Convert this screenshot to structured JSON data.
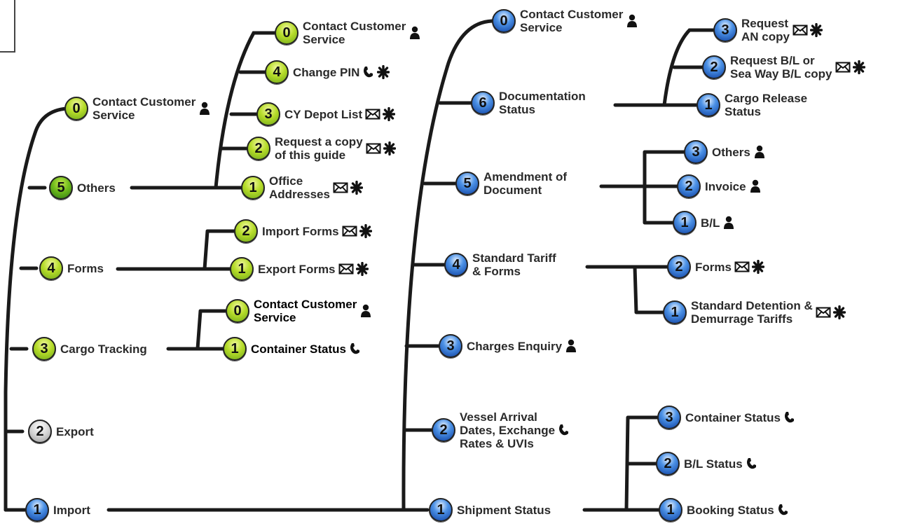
{
  "root": {
    "items": [
      {
        "num": "1",
        "color": "blue",
        "label": [
          "Import"
        ]
      },
      {
        "num": "2",
        "color": "grey",
        "label": [
          "Export"
        ]
      },
      {
        "num": "3",
        "color": "green",
        "label": [
          "Cargo Tracking"
        ]
      },
      {
        "num": "4",
        "color": "green",
        "label": [
          "Forms"
        ]
      },
      {
        "num": "5",
        "color": "darkgreen",
        "label": [
          "Others"
        ]
      },
      {
        "num": "0",
        "color": "green",
        "label": [
          "Contact Customer",
          "Service"
        ],
        "icons": [
          "person-icon"
        ]
      }
    ]
  },
  "others": [
    {
      "num": "1",
      "label": [
        "Office",
        "Addresses"
      ],
      "icons": [
        "mail-icon",
        "fax-icon"
      ]
    },
    {
      "num": "2",
      "label": [
        "Request a copy",
        "of this guide"
      ],
      "icons": [
        "mail-icon",
        "fax-icon"
      ]
    },
    {
      "num": "3",
      "label": [
        "CY Depot List"
      ],
      "icons": [
        "mail-icon",
        "fax-icon"
      ]
    },
    {
      "num": "4",
      "label": [
        "Change PIN"
      ],
      "icons": [
        "phone-icon",
        "fax-icon"
      ]
    },
    {
      "num": "0",
      "label": [
        "Contact Customer",
        "Service"
      ],
      "icons": [
        "person-icon"
      ]
    }
  ],
  "forms": [
    {
      "num": "1",
      "label": [
        "Export Forms"
      ],
      "icons": [
        "mail-icon",
        "fax-icon"
      ]
    },
    {
      "num": "2",
      "label": [
        "Import Forms"
      ],
      "icons": [
        "mail-icon",
        "fax-icon"
      ]
    }
  ],
  "cargo_tracking": [
    {
      "num": "1",
      "label": [
        "Container Status"
      ],
      "icons": [
        "phone-icon"
      ]
    },
    {
      "num": "0",
      "label": [
        "Contact Customer",
        "Service"
      ],
      "icons": [
        "person-icon"
      ]
    }
  ],
  "import_menu": [
    {
      "num": "1",
      "label": [
        "Shipment Status"
      ]
    },
    {
      "num": "2",
      "label": [
        "Vessel Arrival",
        "Dates, Exchange",
        "Rates & UVIs"
      ],
      "icons": [
        "phone-icon"
      ]
    },
    {
      "num": "3",
      "label": [
        "Charges Enquiry"
      ],
      "icons": [
        "person-icon"
      ]
    },
    {
      "num": "4",
      "label": [
        "Standard Tariff",
        "& Forms"
      ]
    },
    {
      "num": "5",
      "label": [
        "Amendment of",
        "Document"
      ]
    },
    {
      "num": "6",
      "label": [
        "Documentation",
        "Status"
      ]
    },
    {
      "num": "0",
      "label": [
        "Contact Customer",
        "Service"
      ],
      "icons": [
        "person-icon"
      ]
    }
  ],
  "shipment_status": [
    {
      "num": "1",
      "label": [
        "Booking Status"
      ],
      "icons": [
        "phone-icon"
      ]
    },
    {
      "num": "2",
      "label": [
        "B/L Status"
      ],
      "icons": [
        "phone-icon"
      ]
    },
    {
      "num": "3",
      "label": [
        "Container Status"
      ],
      "icons": [
        "phone-icon"
      ]
    }
  ],
  "tariff_forms": [
    {
      "num": "1",
      "label": [
        "Standard Detention &",
        "Demurrage Tariffs"
      ],
      "icons": [
        "mail-icon",
        "fax-icon"
      ]
    },
    {
      "num": "2",
      "label": [
        "Forms"
      ],
      "icons": [
        "mail-icon",
        "fax-icon"
      ]
    }
  ],
  "amendment": [
    {
      "num": "1",
      "label": [
        "B/L"
      ],
      "icons": [
        "person-icon"
      ]
    },
    {
      "num": "2",
      "label": [
        "Invoice"
      ],
      "icons": [
        "person-icon"
      ]
    },
    {
      "num": "3",
      "label": [
        "Others"
      ],
      "icons": [
        "person-icon"
      ]
    }
  ],
  "documentation": [
    {
      "num": "1",
      "label": [
        "Cargo Release",
        "Status"
      ]
    },
    {
      "num": "2",
      "label": [
        "Request B/L or",
        "Sea Way B/L copy"
      ],
      "icons": [
        "mail-icon",
        "fax-icon"
      ]
    },
    {
      "num": "3",
      "label": [
        "Request",
        "AN copy"
      ],
      "icons": [
        "mail-icon",
        "fax-icon"
      ]
    }
  ],
  "colors": {
    "line": "#1a1a1a",
    "green": "#9ccc2a",
    "blue": "#1f5fc4",
    "grey": "#c8c8c8",
    "text": "#2a2a2a"
  }
}
